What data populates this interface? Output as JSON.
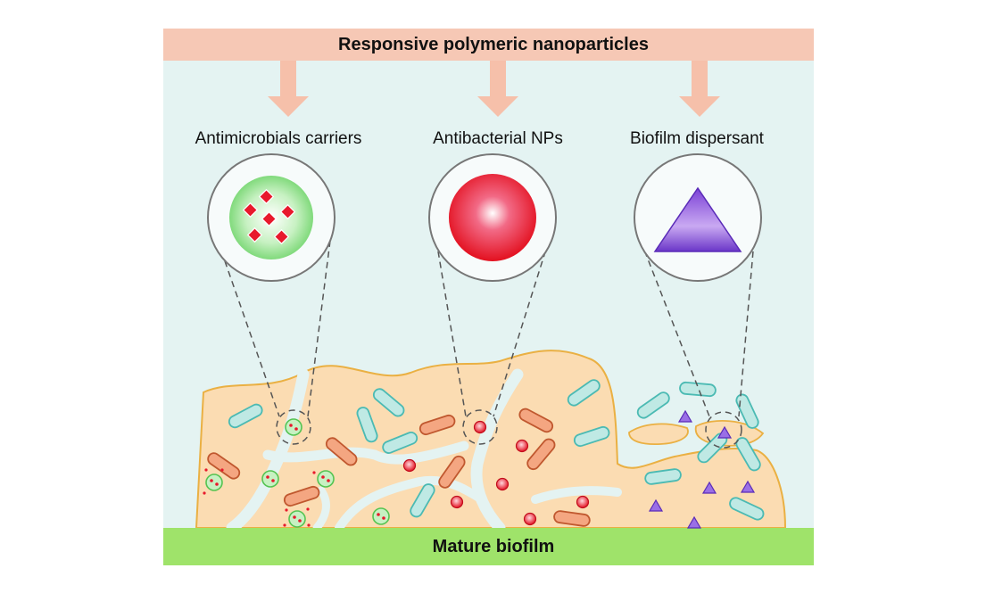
{
  "header": {
    "title": "Responsive polymeric nanoparticles"
  },
  "categories": [
    {
      "label": "Antimicrobials carriers",
      "icon": "green-carrier-sphere-icon"
    },
    {
      "label": "Antibacterial NPs",
      "icon": "red-sphere-icon"
    },
    {
      "label": "Biofilm dispersant",
      "icon": "purple-triangle-icon"
    }
  ],
  "footer": {
    "label": "Mature biofilm"
  },
  "colors": {
    "banner": "#f6c8b5",
    "arrow": "#f6c0aa",
    "background": "#e4f3f2",
    "biofilm_fill": "#fbdcb2",
    "biofilm_edge": "#eab043",
    "mature_band": "#9fe36a",
    "rod_orange": "#f4a681",
    "rod_teal": "#bfe9e4",
    "rod_teal_edge": "#4bbab3",
    "np_red": "#e8192c",
    "carrier_green": "#7fdb7a",
    "triangle_purple": "#7d4ed6"
  }
}
